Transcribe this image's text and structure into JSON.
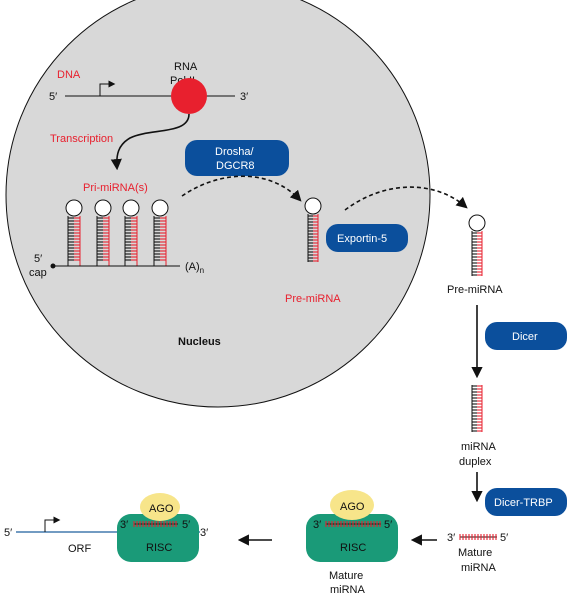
{
  "nucleus": {
    "label": "Nucleus"
  },
  "dna": {
    "label": "DNA",
    "five_prime": "5′",
    "three_prime": "3′",
    "pol_line1": "RNA",
    "pol_line2": "Pol II"
  },
  "transcription": {
    "label": "Transcription"
  },
  "drosha": {
    "line1": "Drosha/",
    "line2": "DGCR8"
  },
  "pri_mirna": {
    "label": "Pri-miRNA(s)",
    "five_prime": "5′",
    "cap": "cap",
    "polya": "(A)",
    "polya_sub": "n"
  },
  "pre_mirna_nuclear": {
    "label": "Pre-miRNA"
  },
  "exportin": {
    "label": "Exportin-5"
  },
  "pre_mirna_cyto": {
    "label": "Pre-miRNA"
  },
  "dicer": {
    "label": "Dicer"
  },
  "duplex": {
    "line1": "miRNA",
    "line2": "duplex"
  },
  "dicer_trbp": {
    "label": "Dicer-TRBP"
  },
  "mature": {
    "three_prime": "3′",
    "five_prime": "5′",
    "line1": "Mature",
    "line2": "miRNA"
  },
  "risc_complex": {
    "ago": "AGO",
    "risc": "RISC",
    "three_prime": "3′",
    "five_prime": "5′",
    "line1": "Mature",
    "line2": "miRNA"
  },
  "target": {
    "ago": "AGO",
    "risc": "RISC",
    "mrna_five_prime": "5′",
    "mrna_three_prime": "3′",
    "orf": "ORF",
    "guide_three_prime": "3′",
    "guide_five_prime": "5′"
  },
  "colors": {
    "nucleus_fill": "#d8d8d8",
    "accent_red": "#e8202e",
    "pill_blue": "#0b4f9c",
    "risc_green": "#1a9a78",
    "ago_yellow": "#f7e58a",
    "mrna_blue": "#1f5f9e"
  }
}
